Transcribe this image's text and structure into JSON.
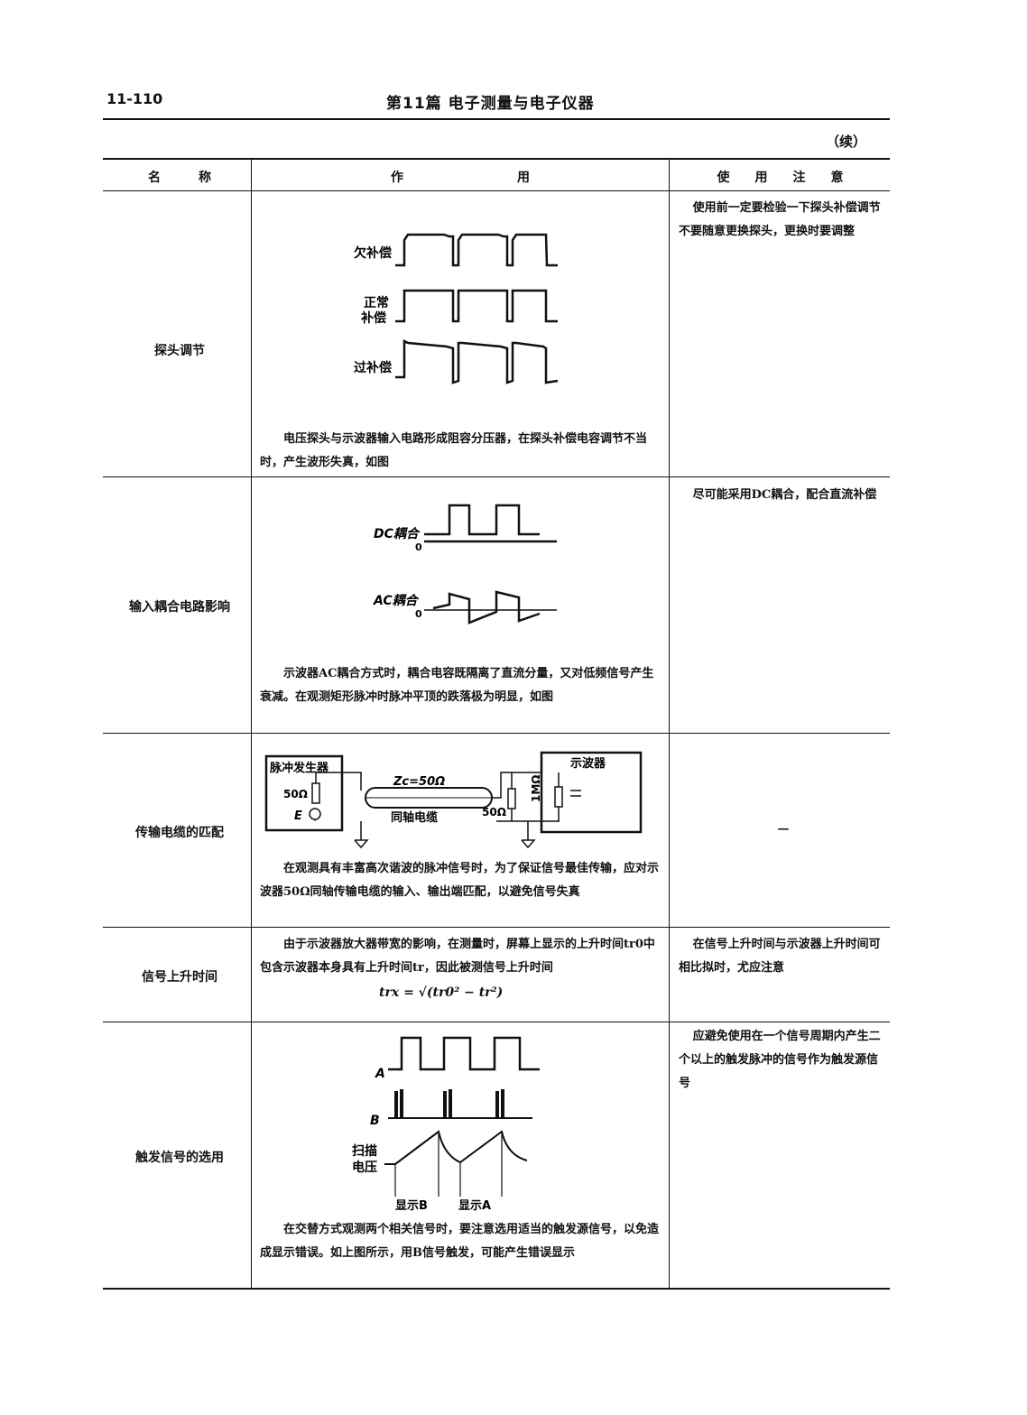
{
  "header": {
    "page_number": "11-110",
    "chapter_title": "第11篇   电子测量与电子仪器",
    "continued": "（续）"
  },
  "table": {
    "columns": [
      "名　　　称",
      "作　　　　　　　　　用",
      "使　　用　　注　　意"
    ],
    "rows": [
      {
        "name": "探头调节",
        "figure_labels": [
          "欠补偿",
          "正常",
          "补偿",
          "过补偿"
        ],
        "desc": "电压探头与示波器输入电路形成阻容分压器，在探头补偿电容调节不当时，产生波形失真，如图",
        "note": "使用前一定要检验一下探头补偿调节\n不要随意更换探头，更换时要调整"
      },
      {
        "name": "输入耦合电路影响",
        "figure_labels": [
          "DC耦合",
          "0",
          "AC耦合",
          "0"
        ],
        "desc": "示波器AC耦合方式时，耦合电容既隔离了直流分量，又对低频信号产生衰减。在观测矩形脉冲时脉冲平顶的跌落极为明显，如图",
        "note": "尽可能采用DC耦合，配合直流补偿"
      },
      {
        "name": "传输电缆的匹配",
        "figure_labels": [
          "脉冲发生器",
          "50Ω",
          "E",
          "Zc=50Ω",
          "同轴电缆",
          "50Ω",
          "1MΩ",
          "示波器"
        ],
        "desc": "在观测具有丰富高次谐波的脉冲信号时，为了保证信号最佳传输，应对示波器50Ω同轴传输电缆的输入、输出端匹配，以避免信号失真",
        "note": "—"
      },
      {
        "name": "信号上升时间",
        "desc": "由于示波器放大器带宽的影响，在测量时，屏幕上显示的上升时间tr0中包含示波器本身具有上升时间tr，因此被测信号上升时间",
        "formula": "trx = √(tr0² − tr²)",
        "note": "在信号上升时间与示波器上升时间可相比拟时，尤应注意"
      },
      {
        "name": "触发信号的选用",
        "figure_labels": [
          "A",
          "B",
          "扫描",
          "电压",
          "显示B",
          "显示A"
        ],
        "desc": "在交替方式观测两个相关信号时，要注意选用适当的触发源信号，以免造成显示错误。如上图所示，用B信号触发，可能产生错误显示",
        "note": "应避免使用在一个信号周期内产生二个以上的触发脉冲的信号作为触发源信号"
      }
    ]
  }
}
